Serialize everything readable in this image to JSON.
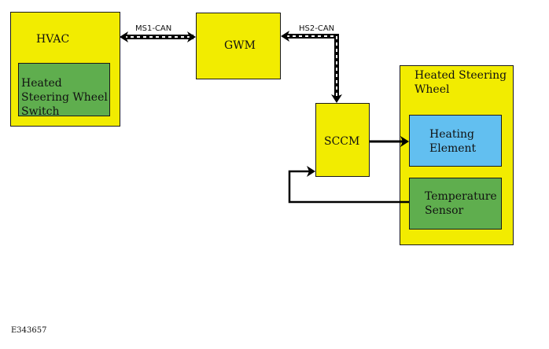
{
  "diagram": {
    "nodes": {
      "hvac": {
        "label": "HVAC"
      },
      "switch": {
        "label": "Heated Steering Wheel Switch"
      },
      "gwm": {
        "label": "GWM"
      },
      "sccm": {
        "label": "SCCM"
      },
      "wheel": {
        "label": "Heated Steering Wheel"
      },
      "heating": {
        "label": "Heating Element"
      },
      "temp": {
        "label": "Temperature Sensor"
      }
    },
    "links": {
      "ms1": {
        "label": "MS1-CAN"
      },
      "hs2": {
        "label": "HS2-CAN"
      }
    },
    "figure_id": "E343657",
    "colors": {
      "module": "#f2ec00",
      "switch": "#5fae4e",
      "heating": "#62bff0",
      "sensor": "#5fae4e"
    }
  }
}
